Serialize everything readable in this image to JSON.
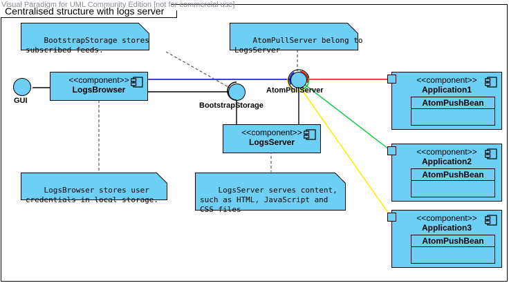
{
  "watermark": "Visual Paradigm for UML Community Edition [not for commercial use]",
  "frame": {
    "title": "Centralised structure with logs server"
  },
  "colors": {
    "component_fill": "#6ecff5",
    "stroke": "#000000",
    "link_logsbrowser": "#0000cc",
    "link_application1": "#ff0000",
    "link_application2": "#00cc33",
    "link_application3": "#ffee00",
    "link_plain": "#000000",
    "watermark": "#8a8a96"
  },
  "stereotype": "<<component>>",
  "components": [
    {
      "id": "logsbrowser",
      "stereotype": "<<component>>",
      "name": "LogsBrowser",
      "icon": "component-icon"
    },
    {
      "id": "logsserver",
      "stereotype": "<<component>>",
      "name": "LogsServer",
      "icon": "component-icon"
    },
    {
      "id": "application1",
      "stereotype": "<<component>>",
      "name": "Application1",
      "icon": "component-icon",
      "nested": {
        "name": "AtomPushBean"
      }
    },
    {
      "id": "application2",
      "stereotype": "<<component>>",
      "name": "Application2",
      "icon": "component-icon",
      "nested": {
        "name": "AtomPushBean"
      }
    },
    {
      "id": "application3",
      "stereotype": "<<component>>",
      "name": "Application3",
      "icon": "component-icon",
      "nested": {
        "name": "AtomPushBean"
      }
    }
  ],
  "interfaces": [
    {
      "id": "gui",
      "label": "GUI"
    },
    {
      "id": "bootstrapstorage",
      "label": "BootstrapStorage"
    },
    {
      "id": "atompullserver",
      "label": "AtomPullServer"
    }
  ],
  "notes": [
    {
      "id": "note-bootstrapstorage",
      "text": "BootstrapStorage stores\nsubscribed feeds."
    },
    {
      "id": "note-atompullserver",
      "text": "AtomPullServer belong to\nLogsServer"
    },
    {
      "id": "note-logsbrowser",
      "text": "LogsBrowser stores user\ncredentials in local storage."
    },
    {
      "id": "note-logsserver",
      "text": "LogsServer serves content,\nsuch as HTML, JavaScript and\nCSS files"
    }
  ]
}
